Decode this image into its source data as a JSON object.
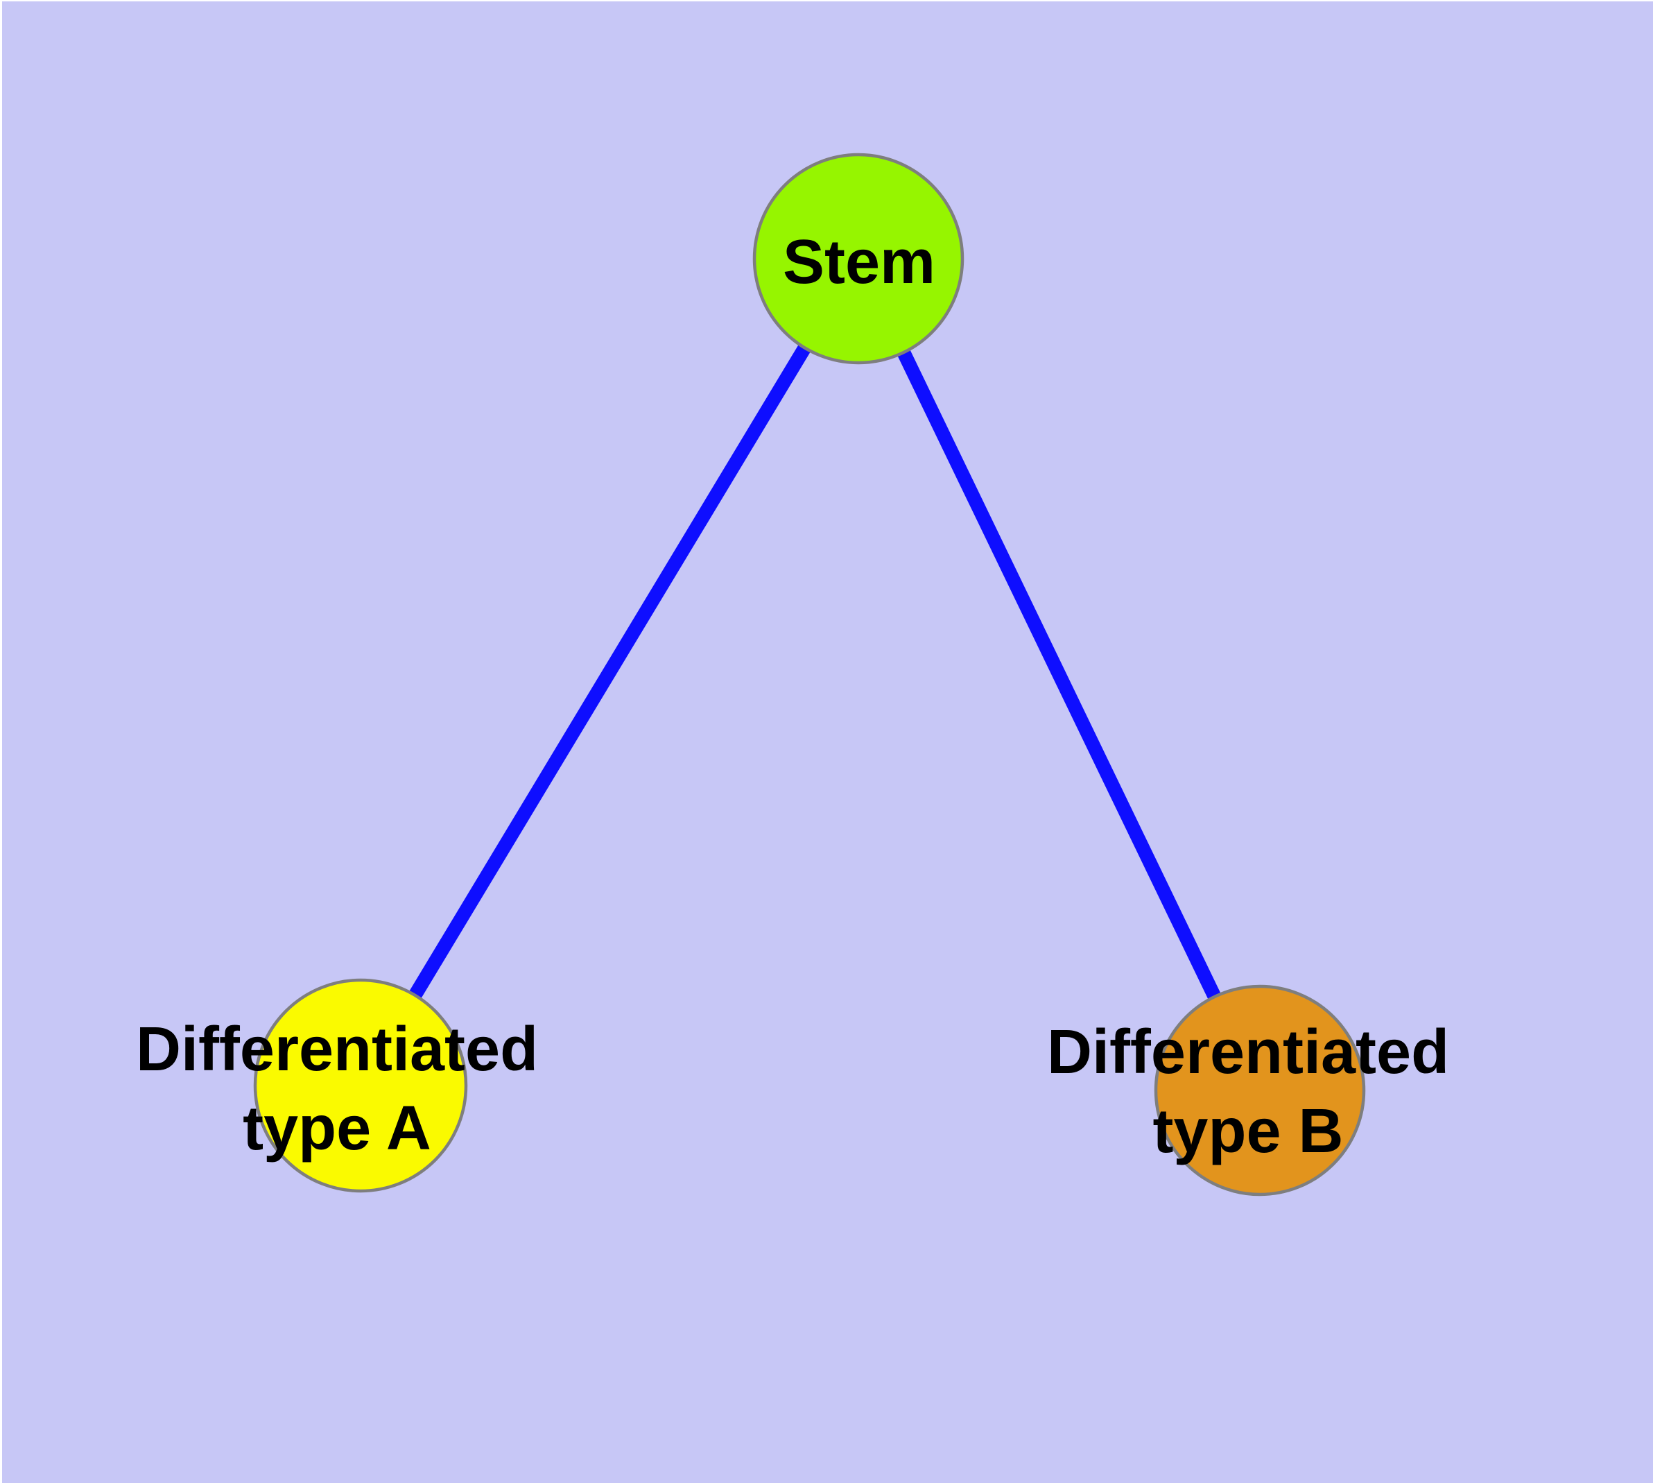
{
  "diagram": {
    "type": "node-link-tree",
    "background_color": "#C7C7F6",
    "edge_color": "#0E0EFF",
    "node_border_color": "#7E7E7E",
    "text_color": "#000000",
    "nodes": {
      "stem": {
        "label": "Stem",
        "fill": "#96F500"
      },
      "typeA": {
        "label": "Differentiated type A",
        "label_line1": "Differentiated",
        "label_line2": "type A",
        "fill": "#FAFA00"
      },
      "typeB": {
        "label": "Differentiated type B",
        "label_line1": "Differentiated",
        "label_line2": "type B",
        "fill": "#E2941D"
      }
    },
    "edges": [
      {
        "from": "Stem",
        "to": "Differentiated type A"
      },
      {
        "from": "Stem",
        "to": "Differentiated type B"
      }
    ]
  }
}
